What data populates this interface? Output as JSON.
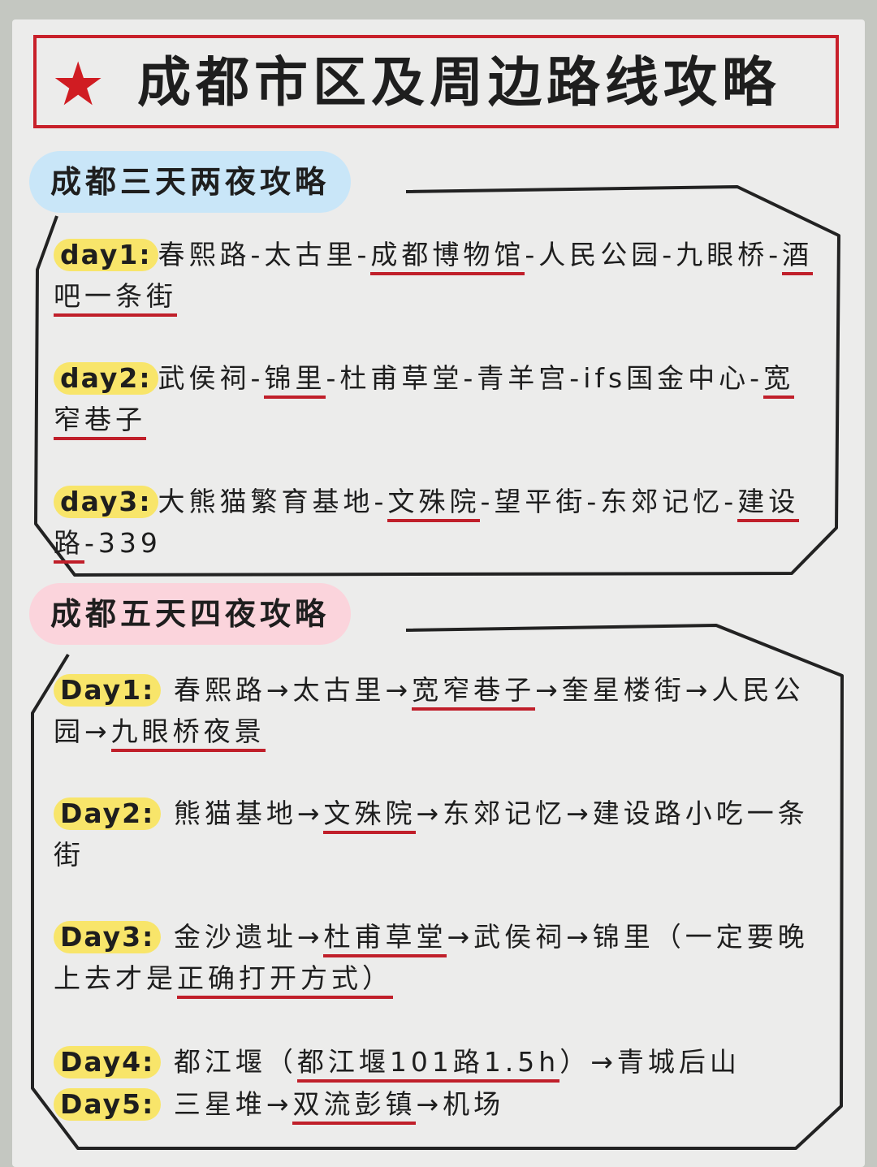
{
  "title": "成都市区及周边路线攻略",
  "accent_color": "#c8202a",
  "section1": {
    "heading": "成都三天两夜攻略",
    "days": [
      {
        "label": "day1:",
        "parts": [
          "春熙路-太古里-",
          "成都博物馆",
          "-人民公园-九眼桥-",
          "酒吧一条街"
        ]
      },
      {
        "label": "day2:",
        "parts": [
          "武侯祠-",
          "锦里",
          "-杜甫草堂-青羊宫-ifs国金中心-",
          "宽窄巷子",
          ""
        ]
      },
      {
        "label": "day3:",
        "parts": [
          "大熊猫繁育基地-",
          "文殊院",
          "-望平街-东郊记忆-",
          "建设路",
          "-339"
        ]
      }
    ]
  },
  "section2": {
    "heading": "成都五天四夜攻略",
    "days": [
      {
        "label": "Day1:",
        "parts": [
          "春熙路→太古里→",
          "宽窄巷子",
          "→奎星楼街→人民公园→",
          "九眼桥夜景",
          ""
        ]
      },
      {
        "label": "Day2:",
        "parts": [
          "熊猫基地→",
          "文殊院",
          "→东郊记忆→建设路小吃一条街",
          "",
          ""
        ]
      },
      {
        "label": "Day3:",
        "parts": [
          "金沙遗址→",
          "杜甫草堂",
          "→武侯祠→锦里（一定要晚上去才是",
          "正确打开方式）",
          ""
        ]
      },
      {
        "label": "Day4:",
        "parts": [
          "都江堰（",
          "都江堰101路1.5h",
          "）→青城后山",
          "",
          ""
        ]
      },
      {
        "label": "Day5:",
        "parts": [
          "三星堆→",
          "双流彭镇",
          "→机场",
          "",
          ""
        ]
      }
    ]
  }
}
